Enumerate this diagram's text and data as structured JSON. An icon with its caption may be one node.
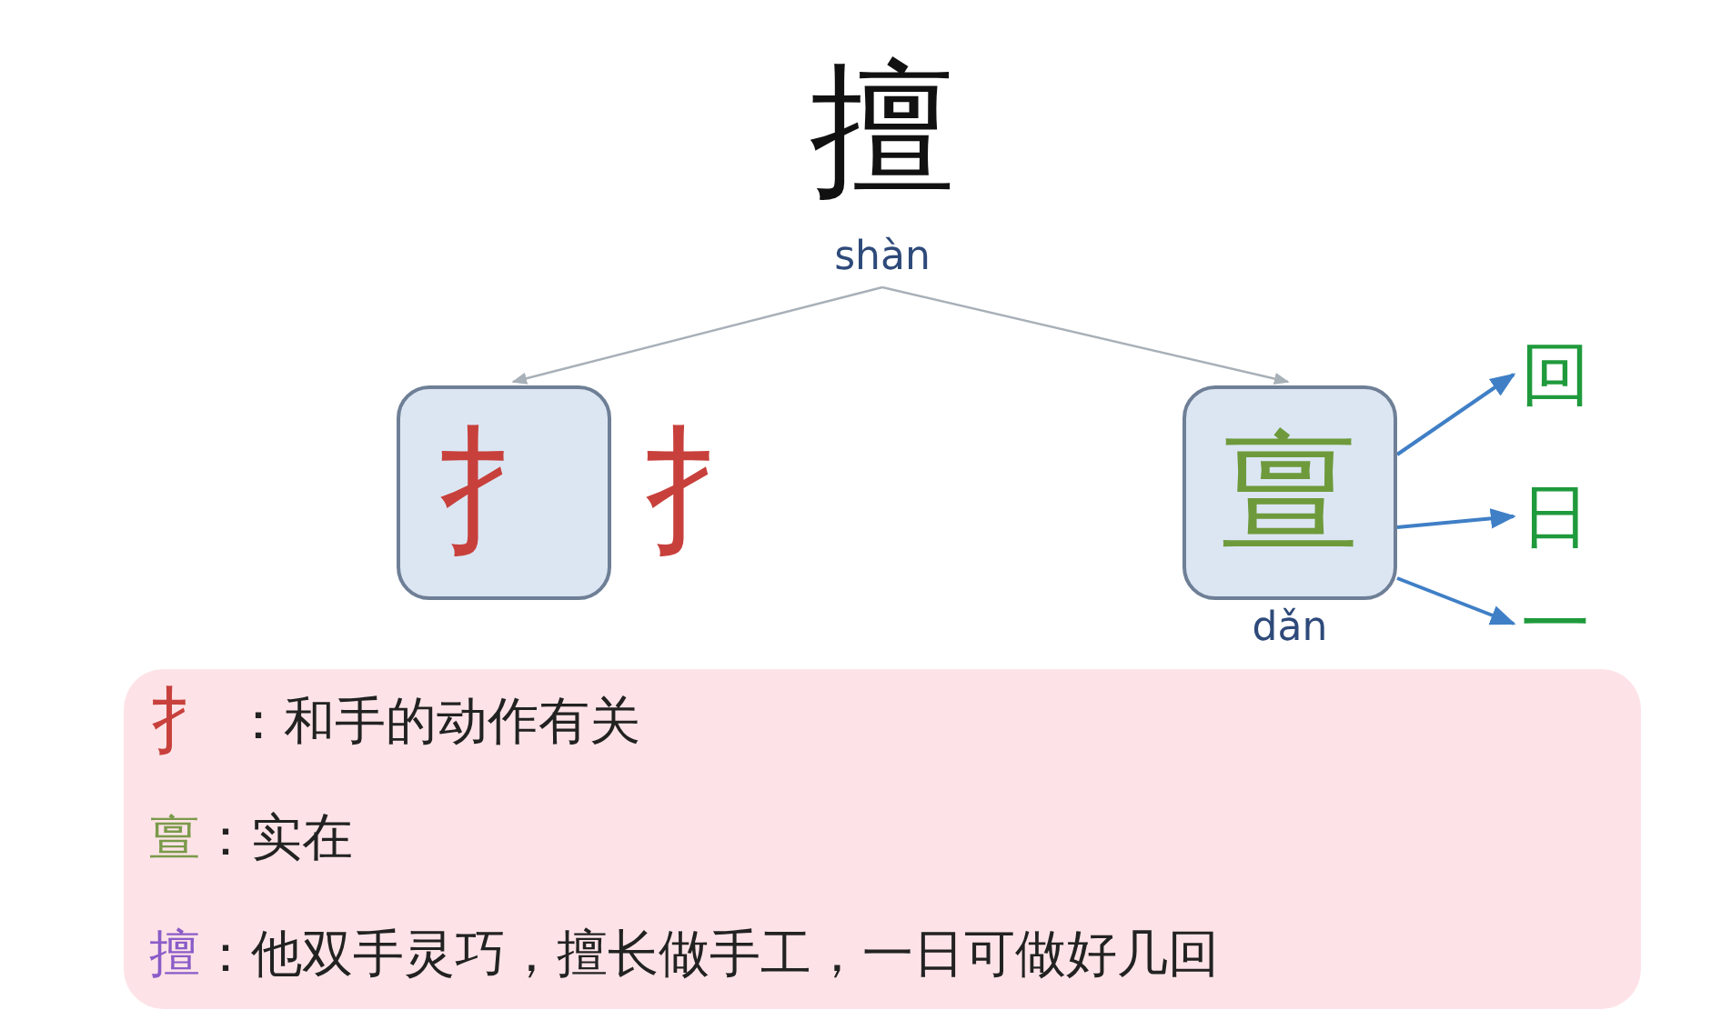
{
  "diagram": {
    "nodes": [
      {
        "text": [
          "擅"
        ],
        "beside": [
          "shàn"
        ]
      },
      {
        "text": [
          "扌"
        ]
      },
      {
        "text": [
          "亶"
        ],
        "beside": [
          "dǎn"
        ]
      },
      {
        "text": [
          "回"
        ]
      },
      {
        "text": [
          "日"
        ]
      },
      {
        "text": [
          "一"
        ]
      },
      {
        "text": [
          "扌",
          "：和手的动作有关",
          "亶",
          "：实在",
          "擅",
          "：他双手灵巧，擅长做手工，一日可做好几回"
        ]
      }
    ],
    "edges": [
      {
        "from": 0,
        "to": 1,
        "arrow": "to",
        "color": "#a8b0b8"
      },
      {
        "from": 0,
        "to": 2,
        "arrow": "to",
        "color": "#a8b0b8"
      },
      {
        "from": 2,
        "to": 3,
        "arrow": "to"
      },
      {
        "from": 2,
        "to": 4,
        "arrow": "to"
      },
      {
        "from": 2,
        "to": 5,
        "arrow": "to"
      }
    ],
    "labels": [
      "扌"
    ]
  }
}
